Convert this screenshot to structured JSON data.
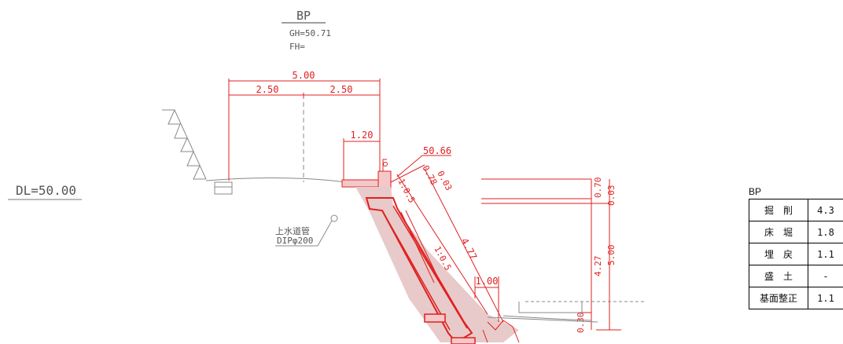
{
  "station": {
    "label": "BP",
    "gh": "GH=50.71",
    "fh": "FH="
  },
  "datum": "DL=50.00",
  "pipe": {
    "name": "上水道管",
    "spec": "DIPφ200"
  },
  "dimensions": {
    "width_total": "5.00",
    "width_left": "2.50",
    "width_right": "2.50",
    "shoulder": "1.20",
    "top_elev": "50.66",
    "d_078": "0.78",
    "d_003_slope": "0.03",
    "slope_top": "1:0.5",
    "slope_mid": "1:0.5",
    "slope_len": "4.77",
    "toe": "1.00",
    "h_070": "0.70",
    "h_003": "0.03",
    "h_427": "4.27",
    "h_500": "5.00",
    "h_030": "0.30"
  },
  "quantities": {
    "title": "BP",
    "rows": [
      {
        "label": "掘　削",
        "value": "4.3"
      },
      {
        "label": "床　堀",
        "value": "1.8"
      },
      {
        "label": "埋　戻",
        "value": "1.1"
      },
      {
        "label": "盛　土",
        "value": "-"
      },
      {
        "label": "基面整正",
        "value": "1.1"
      }
    ]
  }
}
